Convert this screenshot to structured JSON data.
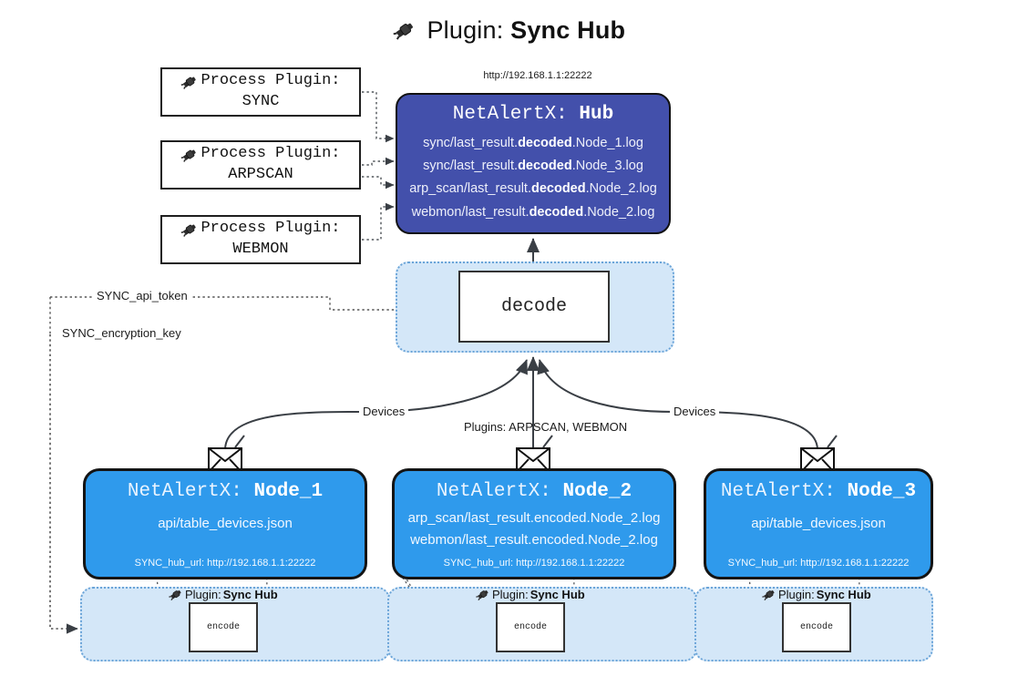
{
  "header": {
    "icon": "plug-icon",
    "prefix": "Plugin:",
    "title": "Sync Hub"
  },
  "hub": {
    "url": "http://192.168.1.1:22222",
    "label_prefix": "NetAlertX:",
    "label_name": "Hub",
    "logs": [
      {
        "pre": "sync/last_result.",
        "strong": "decoded",
        "post": ".Node_1.log"
      },
      {
        "pre": "sync/last_result.",
        "strong": "decoded",
        "post": ".Node_3.log"
      },
      {
        "pre": "arp_scan/last_result.",
        "strong": "decoded",
        "post": ".Node_2.log"
      },
      {
        "pre": "webmon/last_result.",
        "strong": "decoded",
        "post": ".Node_2.log"
      }
    ]
  },
  "process_plugins": [
    {
      "icon": "plug-icon",
      "line1": "Process Plugin:",
      "line2": "SYNC"
    },
    {
      "icon": "plug-icon",
      "line1": "Process Plugin:",
      "line2": "ARPSCAN"
    },
    {
      "icon": "plug-icon",
      "line1": "Process Plugin:",
      "line2": "WEBMON"
    }
  ],
  "decode": {
    "label": "decode"
  },
  "settings_edges": [
    {
      "label": "SYNC_api_token"
    },
    {
      "label": "SYNC_encryption_key"
    }
  ],
  "flow_labels": {
    "devices_left": "Devices",
    "devices_right": "Devices",
    "plugins_center": "Plugins: ARPSCAN, WEBMON"
  },
  "nodes": [
    {
      "icon": "envelope-icon",
      "label_prefix": "NetAlertX:",
      "label_name": "Node_1",
      "lines": [
        "api/table_devices.json"
      ],
      "footer": "SYNC_hub_url: http://192.168.1.1:22222",
      "plugin_label_prefix": "Plugin:",
      "plugin_label_name": "Sync Hub",
      "encode_label": "encode"
    },
    {
      "icon": "envelope-icon",
      "label_prefix": "NetAlertX:",
      "label_name": "Node_2",
      "lines": [
        "arp_scan/last_result.encoded.Node_2.log",
        "webmon/last_result.encoded.Node_2.log"
      ],
      "footer": "SYNC_hub_url: http://192.168.1.1:22222",
      "plugin_label_prefix": "Plugin:",
      "plugin_label_name": "Sync Hub",
      "encode_label": "encode"
    },
    {
      "icon": "envelope-icon",
      "label_prefix": "NetAlertX:",
      "label_name": "Node_3",
      "lines": [
        "api/table_devices.json"
      ],
      "footer": "SYNC_hub_url: http://192.168.1.1:22222",
      "plugin_label_prefix": "Plugin:",
      "plugin_label_name": "Sync Hub",
      "encode_label": "encode"
    }
  ],
  "colors": {
    "hub_fill": "#4350ab",
    "node_fill": "#2f9aec",
    "region_fill": "#d4e7f8",
    "region_border": "#6aa4d8",
    "stroke": "#3a3f45"
  }
}
